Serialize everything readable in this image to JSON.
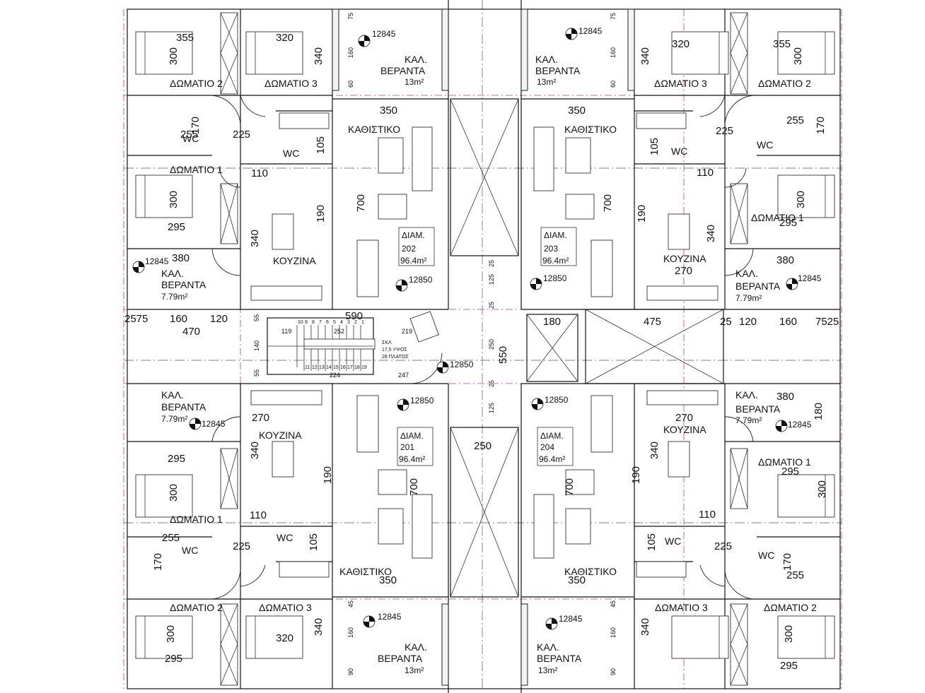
{
  "apartments": [
    {
      "name": "ΔΙΑΜ.",
      "number": "202",
      "area": "96.4m²"
    },
    {
      "name": "ΔΙΑΜ.",
      "number": "203",
      "area": "96.4m²"
    },
    {
      "name": "ΔΙΑΜ.",
      "number": "201",
      "area": "96.4m²"
    },
    {
      "name": "ΔΙΑΜ.",
      "number": "204",
      "area": "96.4m²"
    }
  ],
  "rooms": {
    "bedroom1": "ΔΩΜΑΤΙΟ 1",
    "bedroom2": "ΔΩΜΑΤΙΟ 2",
    "bedroom3": "ΔΩΜΑΤΙΟ 3",
    "wc": "WC",
    "kitchen": "ΚΟΥΖΙΝΑ",
    "living": "ΚΑΘΙΣΤΙΚΟ",
    "veranda_label": "ΚΑΛ.",
    "veranda_word": "ΒΕΡΑΝΤΑ",
    "veranda_big_area": "13m²",
    "veranda_small_area": "7.79m²"
  },
  "levels": {
    "main": "12845",
    "stair": "12850"
  },
  "stair": {
    "title": "ΣΚΛ",
    "height_note": "17,5 ΥΨΟΣ",
    "width_note": "28 ΠΛΑΤΟΣ",
    "steps_top": [
      "10",
      "9",
      "8",
      "7",
      "6",
      "5",
      "4",
      "3",
      "2",
      "1"
    ],
    "steps_bottom": [
      "11",
      "12",
      "13",
      "14",
      "15",
      "16",
      "17",
      "18",
      "19"
    ]
  },
  "dims": {
    "d355": "355",
    "d320": "320",
    "d300": "300",
    "d340": "340",
    "d295": "295",
    "d255": "255",
    "d225": "225",
    "d170": "170",
    "d105": "105",
    "d110": "110",
    "d190": "190",
    "d700": "700",
    "d350": "350",
    "d380": "380",
    "d270": "270",
    "d160": "160",
    "d60": "60",
    "d75": "75",
    "d45": "45",
    "d90": "90",
    "d25": "25",
    "d125": "125",
    "d250": "250",
    "d550": "550",
    "d590": "590",
    "d470": "470",
    "d475": "475",
    "d120": "120",
    "d180": "180",
    "d55": "55",
    "d140": "140",
    "d119": "119",
    "d252": "252",
    "d224": "224",
    "d219": "219",
    "d247": "247",
    "d2575": "2575",
    "d75_25": "7525"
  }
}
